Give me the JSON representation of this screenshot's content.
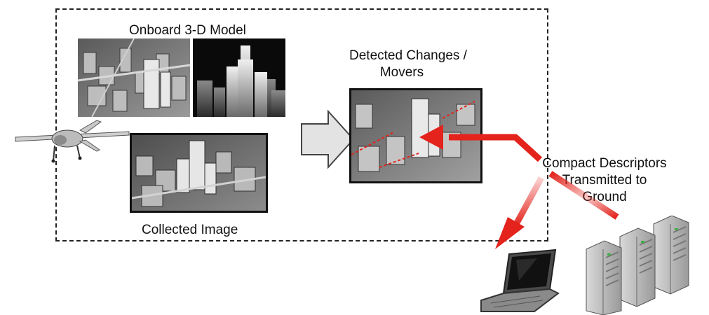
{
  "labels": {
    "model": "Onboard 3-D Model",
    "detected_line1": "Detected Changes /",
    "detected_line2": "Movers",
    "collected": "Collected Image",
    "descriptors_line1": "Compact Descriptors",
    "descriptors_line2": "Transmitted to",
    "descriptors_line3": "Ground"
  },
  "colors": {
    "arrow_red": "#e3231c",
    "frame_dash": "#222222",
    "block_arrow_fill": "#e3e3e3",
    "block_arrow_stroke": "#444444"
  },
  "icons": {
    "drone": "uav-drone-icon",
    "laptop": "laptop-icon",
    "servers": "server-rack-icon"
  }
}
